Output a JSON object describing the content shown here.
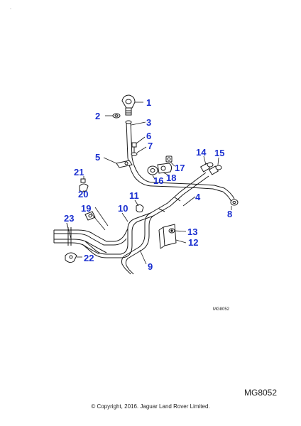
{
  "corner_mark": "-",
  "callouts": {
    "c1": "1",
    "c2": "2",
    "c3": "3",
    "c4": "4",
    "c5": "5",
    "c6": "6",
    "c7": "7",
    "c8": "8",
    "c9": "9",
    "c10": "10",
    "c11": "11",
    "c12": "12",
    "c13": "13",
    "c14": "14",
    "c15": "15",
    "c16": "16",
    "c17": "17",
    "c18": "18",
    "c19": "19",
    "c20": "20",
    "c21": "21",
    "c22": "22",
    "c23": "23"
  },
  "diagram_ref_small": "MG8052",
  "diagram_ref": "MG8052",
  "copyright": "© Copyright, 2016. Jaguar Land Rover Limited.",
  "colors": {
    "callout": "#1a2fd0",
    "line": "#1a1a1a"
  }
}
